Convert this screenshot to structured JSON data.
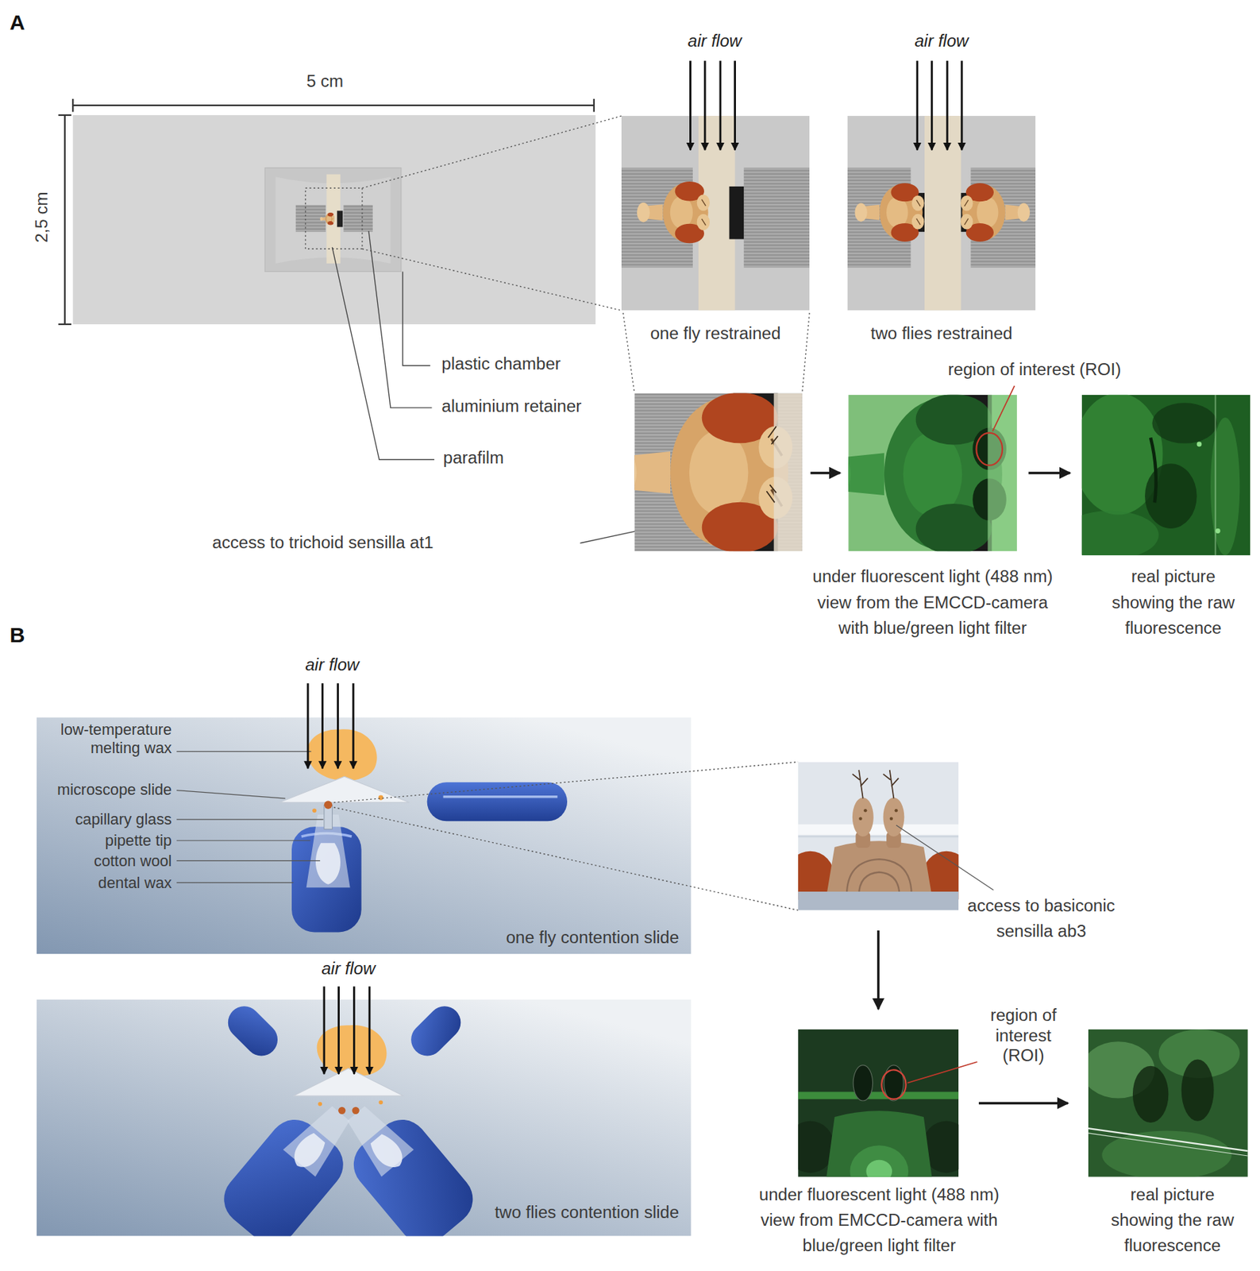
{
  "diagram": {
    "nodes": [
      {
        "text": [
          "one fly restrained"
        ]
      },
      {
        "text": [
          "two flies restrained"
        ]
      },
      {
        "text": [
          "access to trichoid sensilla at1"
        ]
      },
      {
        "text": [
          "under fluorescent light (488 nm) view from the EMCCD-camera with blue/green light filter"
        ]
      },
      {
        "text": [
          "real picture showing the raw fluorescence"
        ]
      },
      {
        "text": [
          "one fly contention slide"
        ]
      },
      {
        "text": [
          "two flies contention slide"
        ]
      },
      {
        "text": [
          "access to basiconic sensilla ab3"
        ]
      },
      {
        "text": [
          "under fluorescent light (488 nm) view from EMCCD-camera with blue/green light filter"
        ]
      },
      {
        "text": [
          "real picture showing the raw fluorescence"
        ]
      }
    ],
    "edges": [
      {
        "from": 2,
        "to": 3,
        "arrow": "to"
      },
      {
        "from": 3,
        "to": 4,
        "arrow": "to"
      },
      {
        "from": 7,
        "to": 8,
        "arrow": "to"
      },
      {
        "from": 8,
        "to": 9,
        "arrow": "to"
      }
    ],
    "labels": [
      "A",
      "5 cm",
      "2,5 cm",
      "air flow",
      "air flow",
      "plastic chamber",
      "aluminium retainer",
      "parafilm",
      "region of interest (ROI)",
      "B",
      "air flow",
      "low-temperature melting wax",
      "microscope slide",
      "capillary glass",
      "pipette tip",
      "cotton wool",
      "dental wax",
      "air flow",
      "region of interest (ROI)"
    ]
  }
}
